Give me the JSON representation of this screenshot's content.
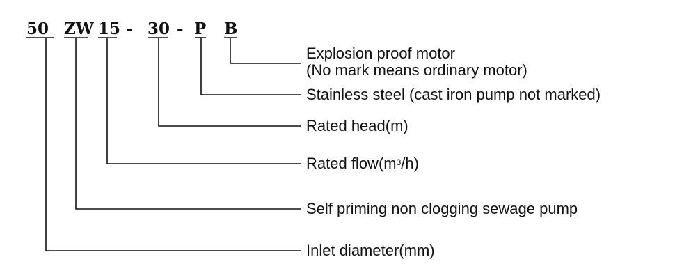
{
  "code_parts": {
    "diameter": "50",
    "type": "ZW",
    "flow": "15",
    "dash1": "-",
    "head": "30",
    "dash2": "-",
    "material": "P",
    "motor": "B"
  },
  "labels": {
    "motor_line1": "Explosion proof motor",
    "motor_line2": "(No mark means ordinary motor)",
    "material": "Stainless steel (cast iron pump not marked)",
    "head": "Rated head(m)",
    "flow_prefix": "Rated flow(m",
    "flow_sup": "3",
    "flow_suffix": "/h)",
    "type": "Self priming non clogging sewage pump",
    "diameter": "Inlet diameter(mm)"
  }
}
